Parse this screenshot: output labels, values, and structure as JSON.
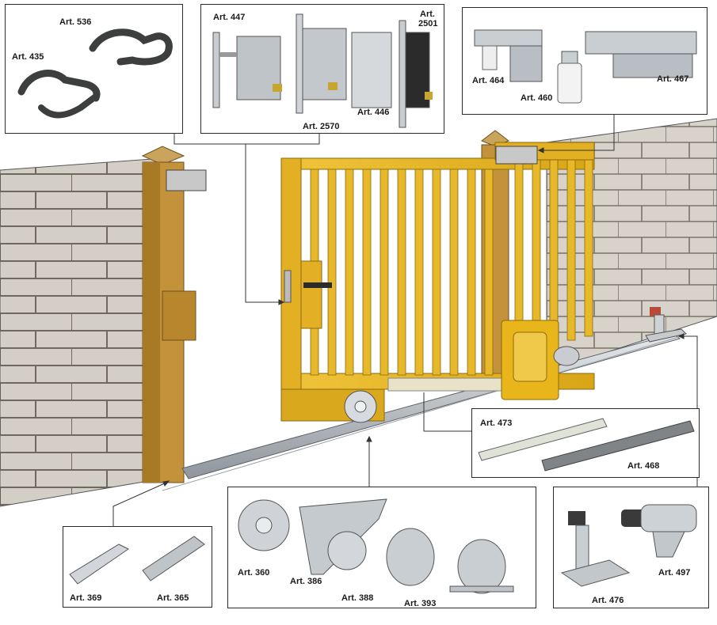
{
  "colors": {
    "gate_yellow": "#e8b51a",
    "gate_shadow": "#b8860b",
    "wall_face": "#d2cdc4",
    "wall_mortar": "#7d766c",
    "post": "#b98a2a",
    "metal": "#b9bec4"
  },
  "panels": {
    "handles": {
      "labels": [
        "Art. 536",
        "Art. 435"
      ]
    },
    "locks": {
      "labels": [
        "Art. 447",
        "Art. 2501",
        "Art. 2570",
        "Art. 446"
      ],
      "label_2501_line1": "Art.",
      "label_2501_line2": "2501"
    },
    "guides": {
      "labels": [
        "Art. 464",
        "Art. 460",
        "Art. 467"
      ]
    },
    "racks": {
      "labels": [
        "Art. 473",
        "Art. 468"
      ]
    },
    "rails": {
      "labels": [
        "Art. 369",
        "Art. 365"
      ]
    },
    "wheels": {
      "labels": [
        "Art. 360",
        "Art. 386",
        "Art. 388",
        "Art. 393"
      ]
    },
    "stops": {
      "labels": [
        "Art. 476",
        "Art. 497"
      ]
    }
  }
}
